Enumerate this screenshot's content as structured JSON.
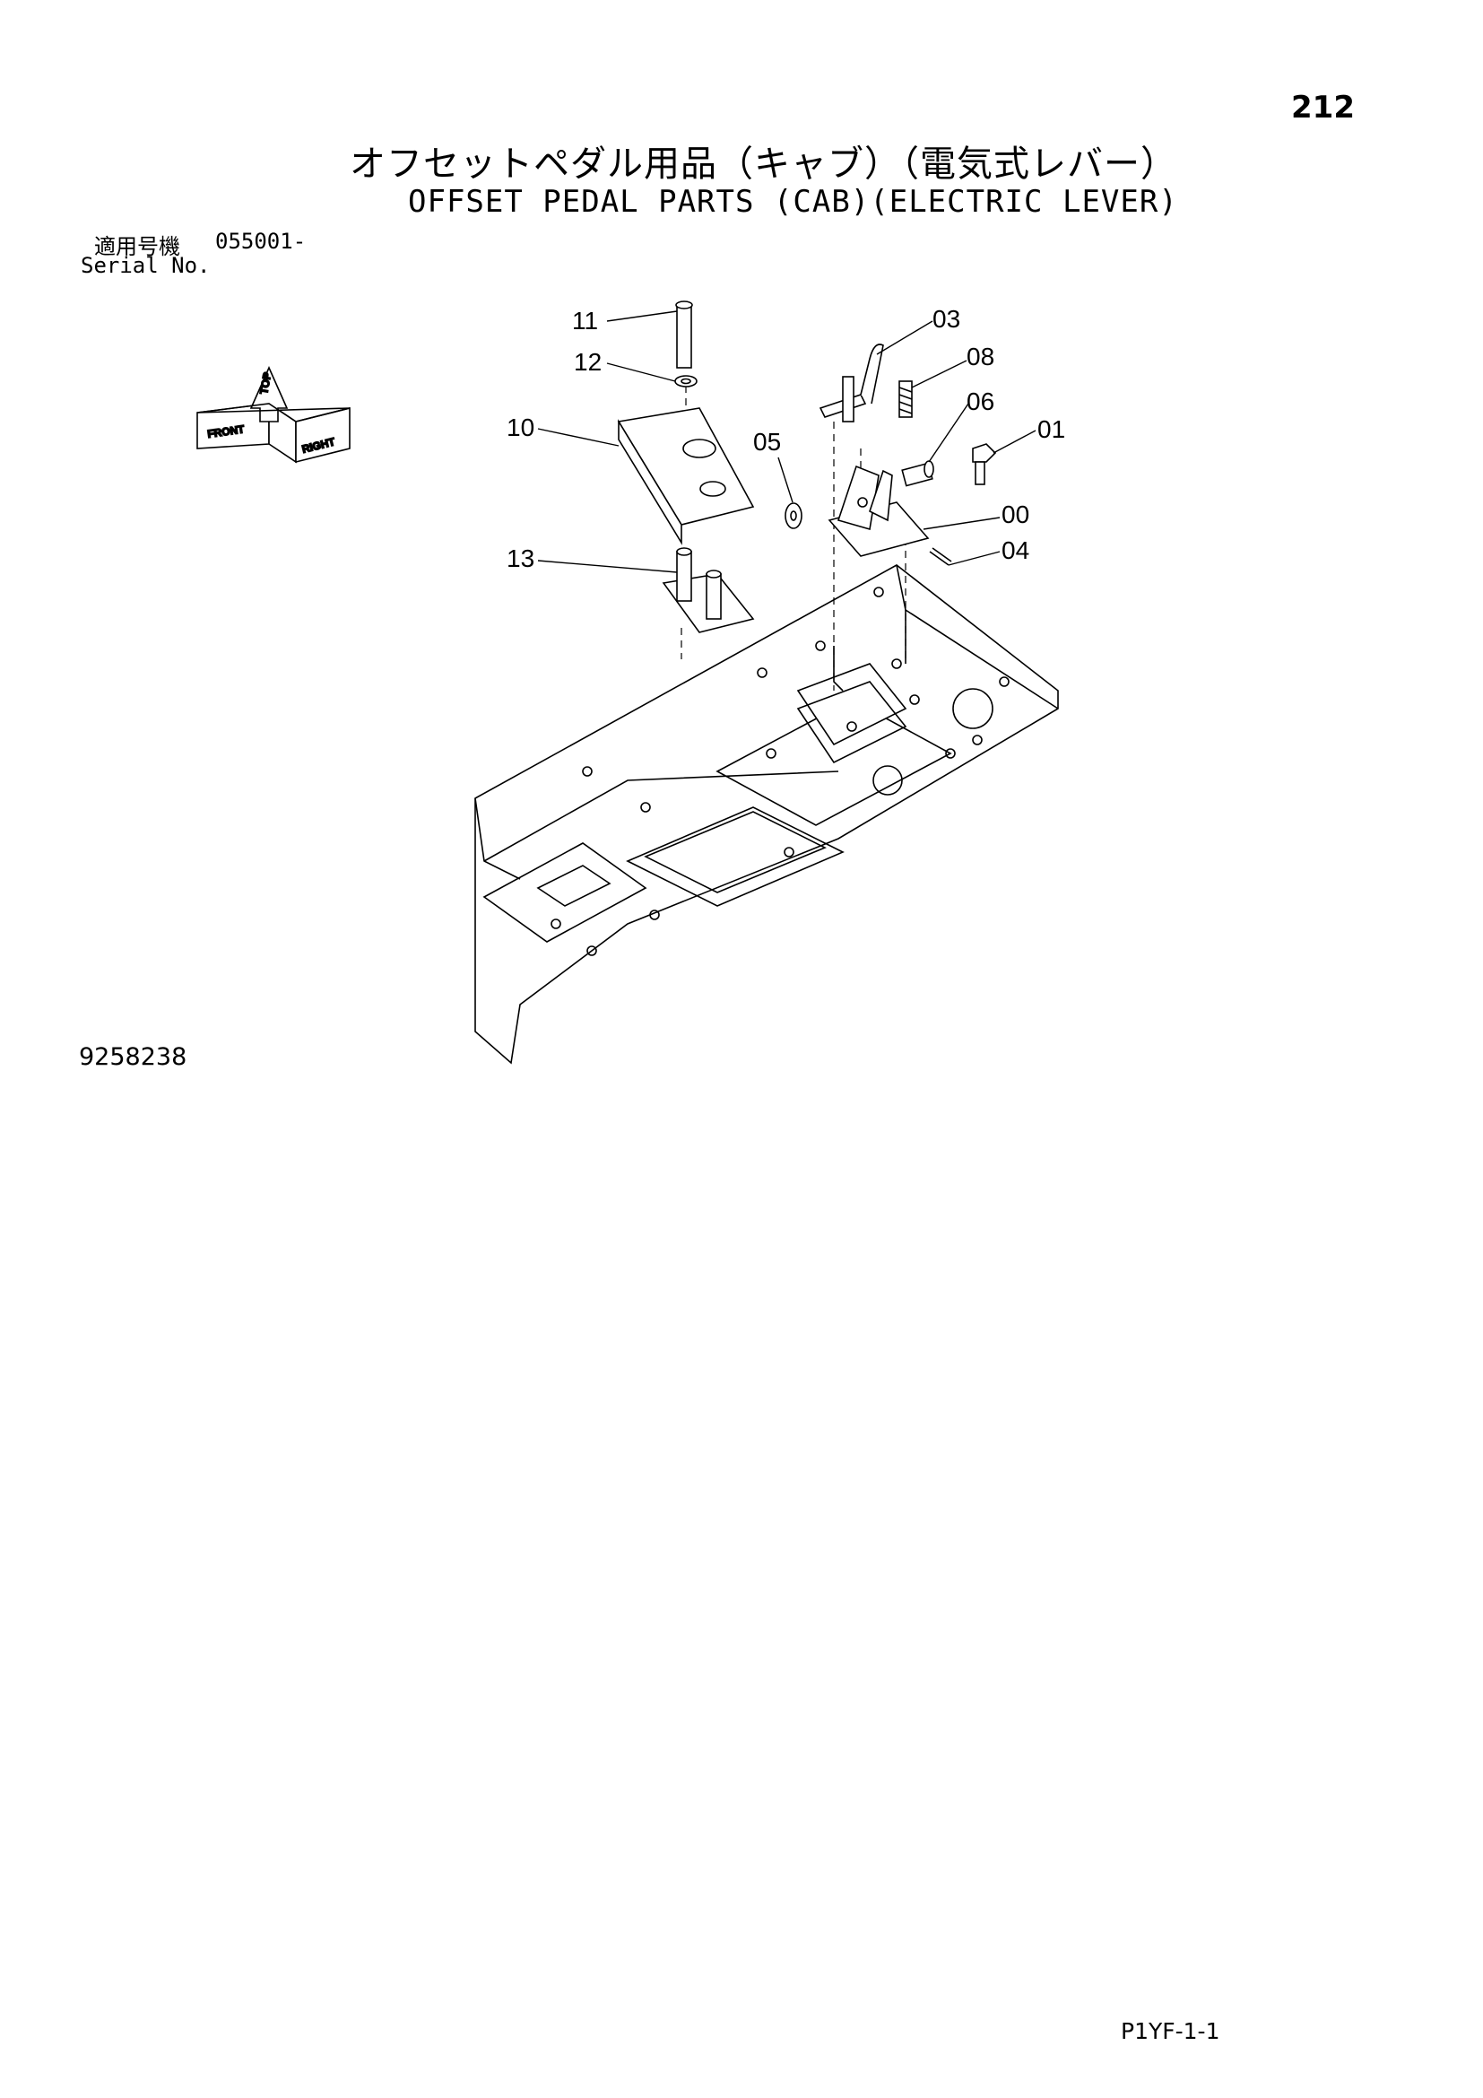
{
  "page_number": "212",
  "title_ja": "オフセットペダル用品（キャブ）（電気式レバー）",
  "title_en": "OFFSET PEDAL PARTS (CAB)(ELECTRIC LEVER)",
  "serial": {
    "label_ja": "適用号機",
    "number": "055001-",
    "label_en": "Serial No."
  },
  "orientation": {
    "front": "FRONT",
    "top": "TOP",
    "right": "RIGHT"
  },
  "callouts": [
    "11",
    "12",
    "10",
    "13",
    "05",
    "03",
    "08",
    "06",
    "01",
    "00",
    "04"
  ],
  "drawing_number": "9258238",
  "page_code": "P1YF-1-1"
}
